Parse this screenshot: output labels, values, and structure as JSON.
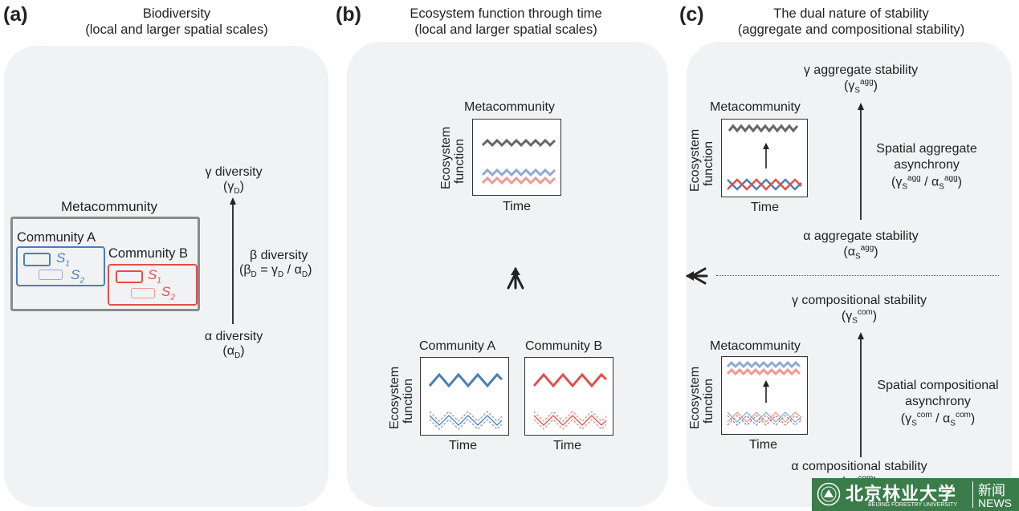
{
  "panel_a": {
    "letter": "(a)",
    "title_line1": "Biodiversity",
    "title_line2": "(local and larger spatial scales)",
    "metacommunity": "Metacommunity",
    "community_a": "Community A",
    "community_b": "Community B",
    "s1": "S",
    "s2": "S",
    "sub1": "1",
    "sub2": "2",
    "gamma": "γ diversity",
    "gamma_sym": "(γ",
    "gamma_sub": "D",
    "beta": "β diversity",
    "beta_formula_a": "(β",
    "beta_formula_b": " = γ",
    "beta_formula_c": " / α",
    "alpha": "α diversity",
    "alpha_sym": "(α",
    "alpha_sub": "D",
    "close": ")"
  },
  "panel_b": {
    "letter": "(b)",
    "title_line1": "Ecosystem function through time",
    "title_line2": "(local and larger spatial scales)",
    "metacommunity": "Metacommunity",
    "ylabel_1": "Ecosystem",
    "ylabel_2": "function",
    "xlabel": "Time",
    "community_a": "Community A",
    "community_b": "Community B"
  },
  "panel_c": {
    "letter": "(c)",
    "title_line1": "The dual nature of stability",
    "title_line2": "(aggregate and compositional stability)",
    "gamma_agg": "γ aggregate stability",
    "gamma_agg_sym": "(γ",
    "s": "S",
    "agg": "agg",
    "com": "com",
    "spatial_agg_1": "Spatial aggregate",
    "spatial_agg_2": "asynchrony",
    "alpha_agg": "α aggregate stability",
    "alpha_agg_sym": "(α",
    "gamma_com": "γ compositional stability",
    "gamma_com_sym": "(γ",
    "spatial_com_1": "Spatial compositional",
    "spatial_com_2": "asynchrony",
    "alpha_com": "α compositional stability",
    "alpha_com_sym": "(α",
    "metacommunity": "Metacommunity",
    "ylabel_1": "Ecosystem",
    "ylabel_2": "function",
    "xlabel": "Time"
  },
  "watermark": {
    "cn_name": "北京林业大学",
    "en_name": "BEIJING FORESTRY UNIVERSITY",
    "news_cn": "新闻",
    "news_en": "NEWS"
  },
  "colors": {
    "blue": "#4a7fb5",
    "red": "#e0504a",
    "gray": "#666666",
    "light_blue": "#8fa9d6",
    "light_red": "#f09a94",
    "panel_bg": "#f1f2f3",
    "watermark_green": "#3a7d4a"
  }
}
